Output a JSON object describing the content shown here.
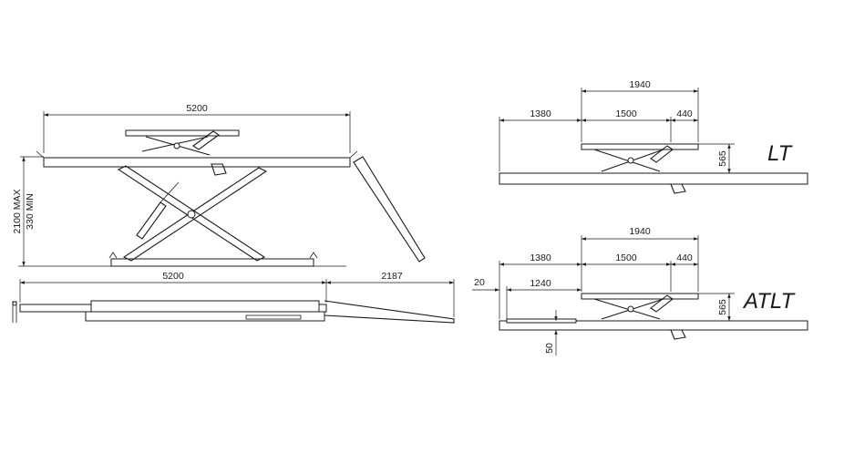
{
  "side_view": {
    "length_dim": "5200",
    "height_max": "2100 MAX",
    "height_min": "330 MIN"
  },
  "top_view": {
    "length_dim": "5200",
    "ramp_dim": "2187"
  },
  "lt_view": {
    "label": "LT",
    "overall_dim": "1940",
    "offset_dim": "1380",
    "platform_dim": "1500",
    "extension_dim": "440",
    "height_dim": "565"
  },
  "atlt_view": {
    "label": "ATLT",
    "overall_dim": "1940",
    "offset_dim": "1380",
    "inset_dim": "1240",
    "gap_dim": "20",
    "platform_dim": "1500",
    "extension_dim": "440",
    "height_dim": "565",
    "thickness_dim": "50"
  }
}
